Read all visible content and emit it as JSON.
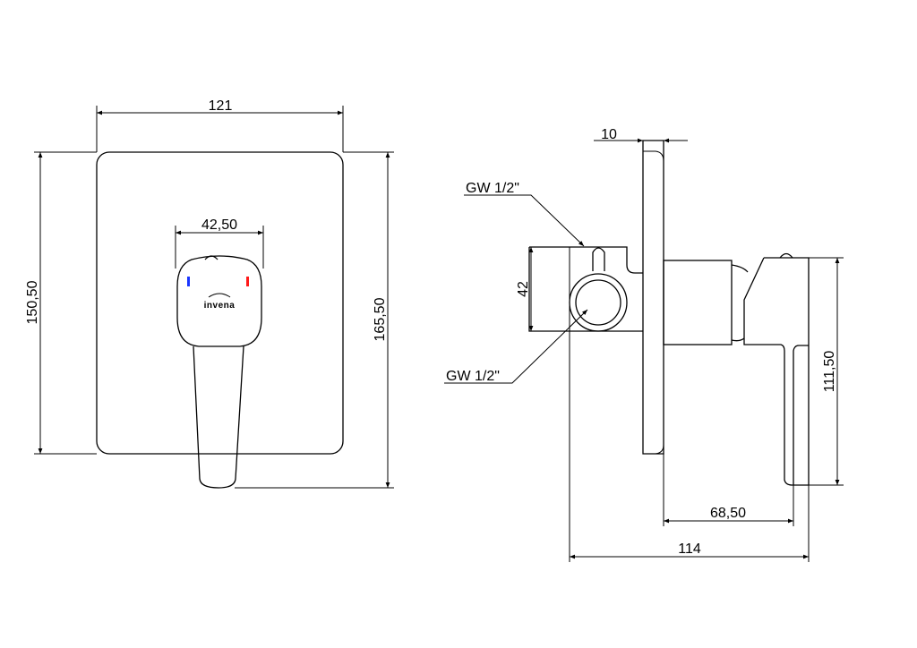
{
  "front_view": {
    "dims": {
      "width": "121",
      "height": "150,50",
      "total_height": "165,50",
      "handle_width": "42,50"
    },
    "logo": "invena",
    "cold_color": "#1a35ff",
    "hot_color": "#ff1a1a"
  },
  "side_view": {
    "dims": {
      "plate": "10",
      "inlet_height": "42",
      "lever_height": "111,50",
      "lever_depth": "68,50",
      "total_depth": "114"
    },
    "thread_top": "GW 1/2\"",
    "thread_bottom": "GW 1/2\""
  }
}
